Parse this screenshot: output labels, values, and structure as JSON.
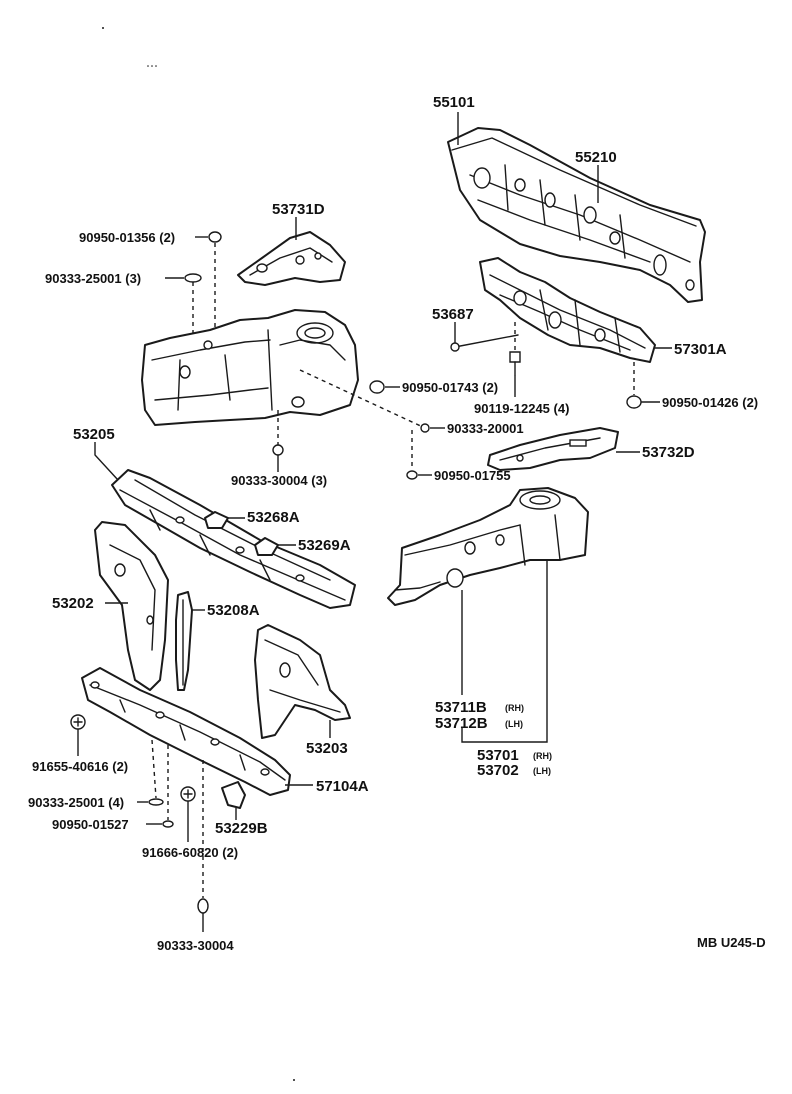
{
  "parts": {
    "p55101": "55101",
    "p55210": "55210",
    "p53731D": "53731D",
    "p53687": "53687",
    "p57301A": "57301A",
    "p9095001356": "90950-01356 (2)",
    "p9033325001_3": "90333-25001 (3)",
    "p9095001743": "90950-01743 (2)",
    "p9011912245": "90119-12245 (4)",
    "p9095001426": "90950-01426 (2)",
    "p9033320001": "90333-20001",
    "p53732D": "53732D",
    "p9033330004_3": "90333-30004 (3)",
    "p9095001755": "90950-01755",
    "p53205": "53205",
    "p53268A": "53268A",
    "p53269A": "53269A",
    "p53202": "53202",
    "p53208A": "53208A",
    "p53203": "53203",
    "p53711B": "53711B",
    "p53711B_side": "(RH)",
    "p53712B": "53712B",
    "p53712B_side": "(LH)",
    "p53701": "53701",
    "p53701_side": "(RH)",
    "p53702": "53702",
    "p53702_side": "(LH)",
    "p9165540616": "91655-40616 (2)",
    "p57104A": "57104A",
    "p9033325001_4": "90333-25001 (4)",
    "p9095001527": "90950-01527",
    "p53229B": "53229B",
    "p9166660820": "91666-60820 (2)",
    "p9033330004": "90333-30004"
  },
  "drawing_code": "MB U245-D"
}
